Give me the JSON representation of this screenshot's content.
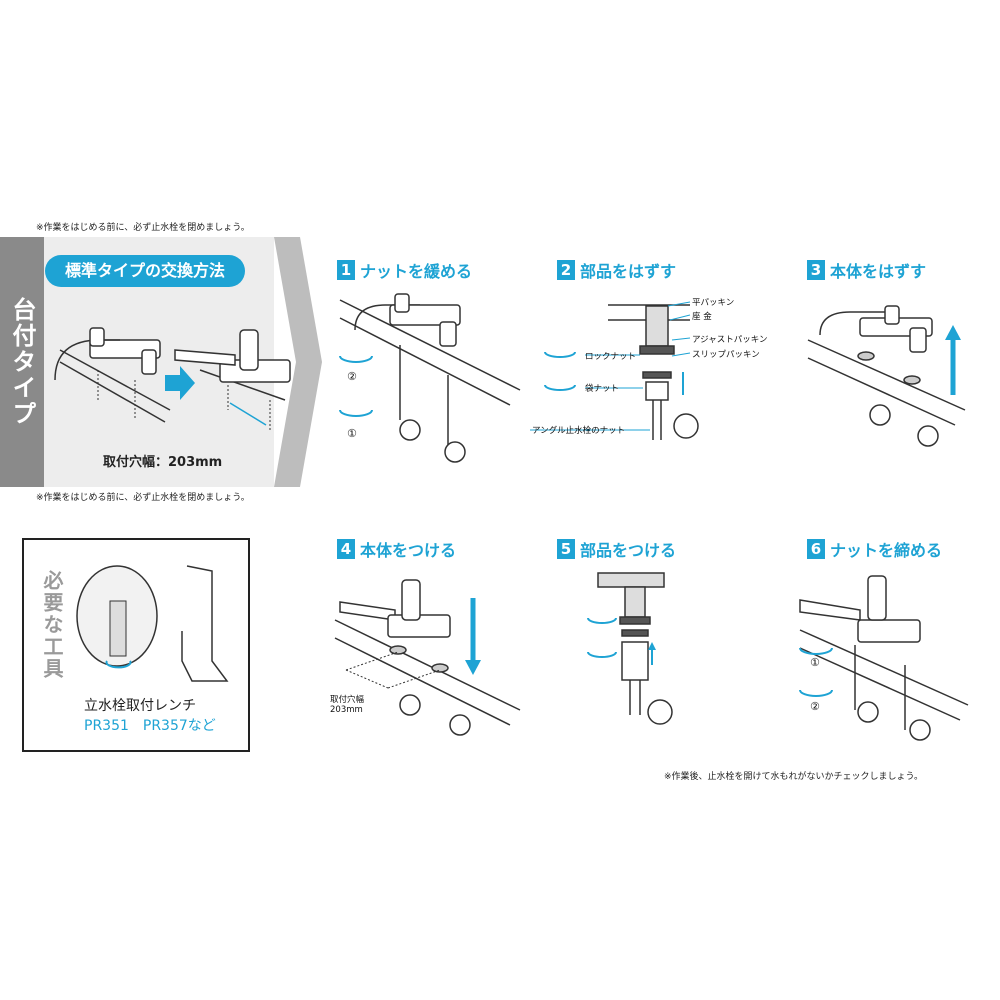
{
  "notes": {
    "top": "※作業をはじめる前に、必ず止水栓を閉めましょう。",
    "middle": "※作業をはじめる前に、必ず止水栓を閉めましょう。",
    "bottom": "※作業後、止水栓を開けて水もれがないかチェックしましょう。"
  },
  "side_tab": "台付タイプ",
  "header": {
    "title": "標準タイプの交換方法",
    "hole_label": "取付穴幅：203mm"
  },
  "steps": [
    {
      "num": "1",
      "title": "ナットを緩める",
      "labels": [
        "②",
        "①"
      ]
    },
    {
      "num": "2",
      "title": "部品をはずす",
      "labels": [
        "平パッキン",
        "座 金",
        "アジャストパッキン",
        "スリップパッキン",
        "ロックナット",
        "袋ナット",
        "アングル止水栓のナット"
      ]
    },
    {
      "num": "3",
      "title": "本体をはずす",
      "labels": []
    },
    {
      "num": "4",
      "title": "本体をつける",
      "labels": [
        "取付穴幅",
        "203mm"
      ]
    },
    {
      "num": "5",
      "title": "部品をつける",
      "labels": []
    },
    {
      "num": "6",
      "title": "ナットを締める",
      "labels": [
        "①",
        "②"
      ]
    }
  ],
  "tools": {
    "heading": "必要な工具",
    "name": "立水栓取付レンチ",
    "codes": "PR351　PR357など"
  },
  "colors": {
    "accent": "#1ea3d4",
    "side_tab": "#8a8a8a",
    "panel": "#ededed"
  }
}
